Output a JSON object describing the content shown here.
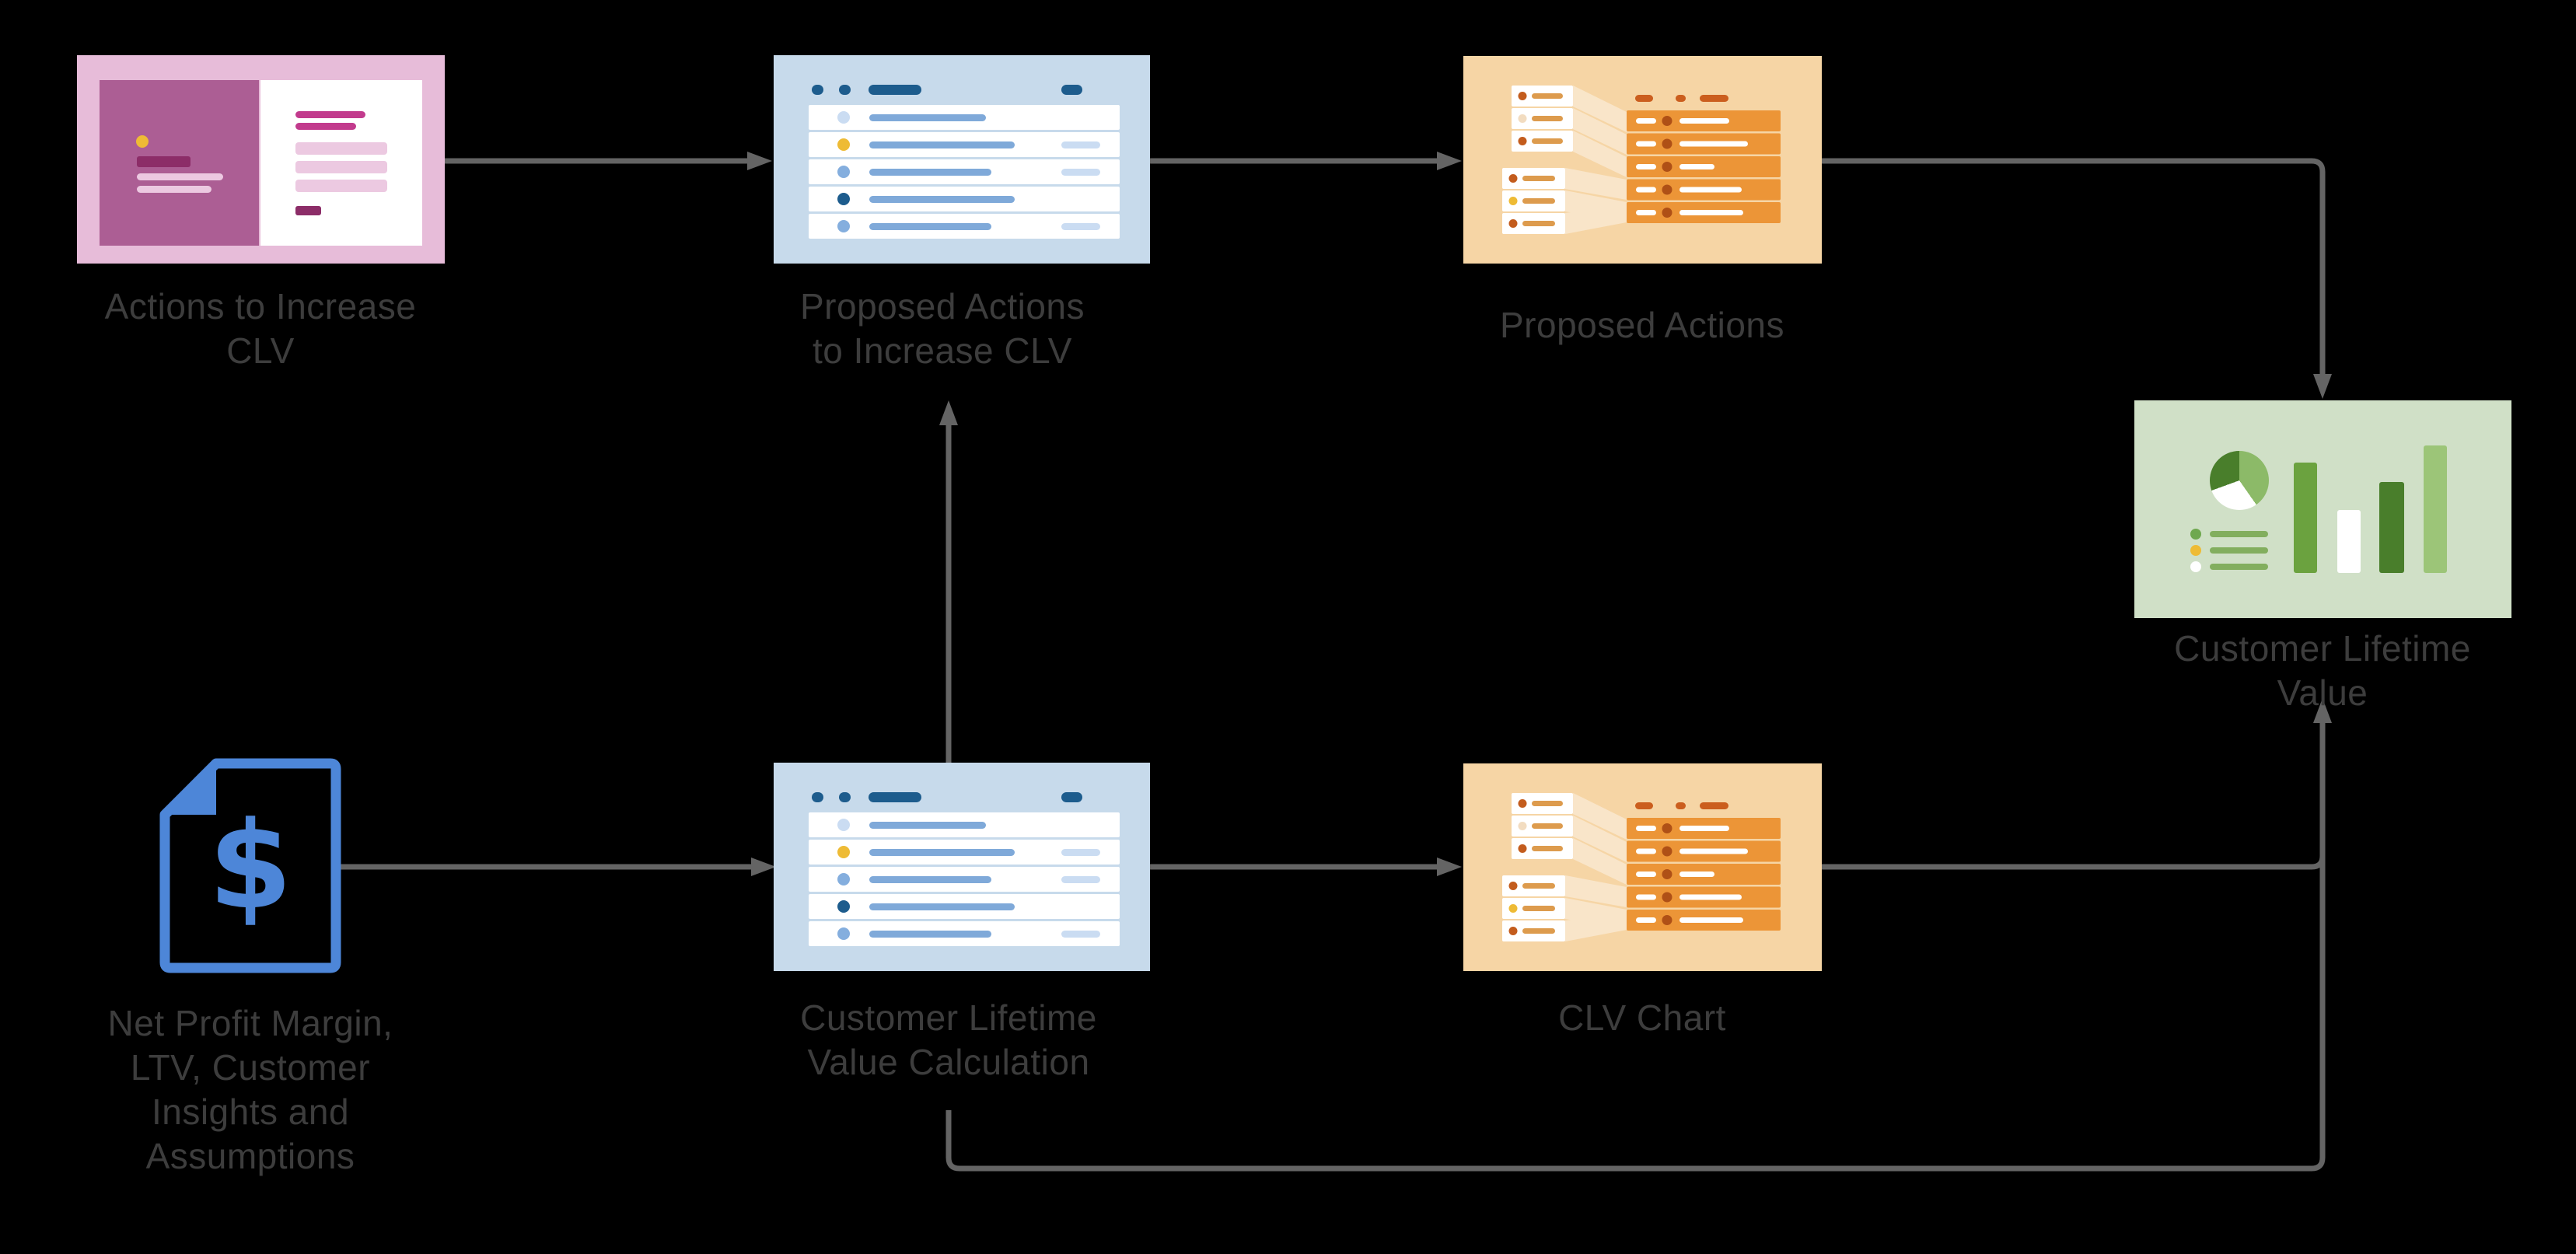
{
  "diagram": {
    "title": "Customer Lifetime Value flow diagram",
    "nodes": [
      {
        "id": "actions-to-increase-clv",
        "label": "Actions to Increase\nCLV",
        "icon": "presentation-card-icon"
      },
      {
        "id": "proposed-actions-to-increase-clv",
        "label": "Proposed Actions\nto Increase CLV",
        "icon": "task-list-icon"
      },
      {
        "id": "proposed-actions",
        "label": "Proposed Actions",
        "icon": "mapping-table-icon"
      },
      {
        "id": "customer-lifetime-value",
        "label": "Customer Lifetime\nValue",
        "icon": "dashboard-chart-icon"
      },
      {
        "id": "net-profit-inputs",
        "label": "Net Profit Margin,\nLTV, Customer\nInsights and\nAssumptions",
        "icon": "dollar-document-icon"
      },
      {
        "id": "customer-lifetime-value-calculation",
        "label": "Customer Lifetime\nValue Calculation",
        "icon": "task-list-icon"
      },
      {
        "id": "clv-chart",
        "label": "CLV Chart",
        "icon": "mapping-table-icon"
      }
    ],
    "edges": [
      {
        "from": "actions-to-increase-clv",
        "to": "proposed-actions-to-increase-clv"
      },
      {
        "from": "proposed-actions-to-increase-clv",
        "to": "proposed-actions"
      },
      {
        "from": "proposed-actions",
        "to": "customer-lifetime-value"
      },
      {
        "from": "net-profit-inputs",
        "to": "customer-lifetime-value-calculation"
      },
      {
        "from": "customer-lifetime-value-calculation",
        "to": "proposed-actions-to-increase-clv"
      },
      {
        "from": "customer-lifetime-value-calculation",
        "to": "clv-chart"
      },
      {
        "from": "clv-chart",
        "to": "customer-lifetime-value"
      },
      {
        "from": "customer-lifetime-value-calculation",
        "to": "customer-lifetime-value"
      }
    ],
    "colors": {
      "bg": "#000000",
      "ink": "#3d3d3d",
      "line": "#646464",
      "white": "#ffffff",
      "yellow": "#eebb35",
      "pink_bg": "#e7bcd9",
      "pink_panel": "#ac5e94",
      "pink_dark": "#8c2d68",
      "pink_mid": "#c23b8d",
      "pink_light": "#ecc9e1",
      "blue_bg": "#c7daeb",
      "blue_dark": "#1d5c8d",
      "blue_mid": "#7fa9d9",
      "blue_dot": "#84aede",
      "blue_pale": "#cadcf2",
      "orange_bg": "#f6d5a5",
      "orange_row": "#ec9537",
      "orange_header": "#cb5e1e",
      "orange_dot": "#af5016",
      "orange_card_dot": "#c35c1d",
      "orange_pale": "#f2dcc0",
      "orange_line": "#dd9b4d",
      "green_bg": "#d0e0c7",
      "green_dark": "#497e2b",
      "green_mid": "#6ba23f",
      "green_light": "#9cc578",
      "green_pie": "#8cba68",
      "green_line": "#82ae5e",
      "green_dot": "#6fa84f",
      "doc_blue": "#4d86d8"
    }
  }
}
